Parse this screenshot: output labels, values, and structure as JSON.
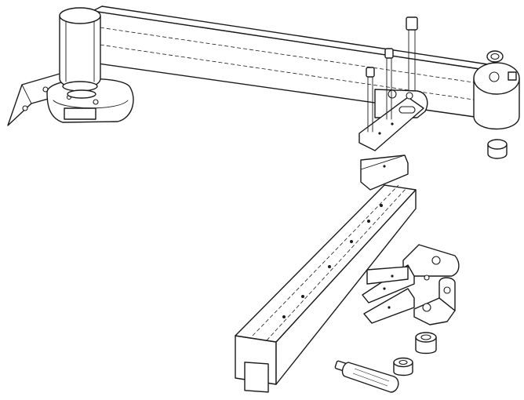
{
  "figure": {
    "kind": "exploded line drawing",
    "background_color": "#ffffff",
    "line_color": "#1a1a1a",
    "parts": [
      "clamp-post",
      "mounting-bracket",
      "main-arm-tube",
      "tube-end-cap",
      "bolts",
      "top-plates",
      "vertical-arm-tube",
      "lower-plates",
      "angle-bracket",
      "nuts",
      "handle-knob"
    ]
  }
}
